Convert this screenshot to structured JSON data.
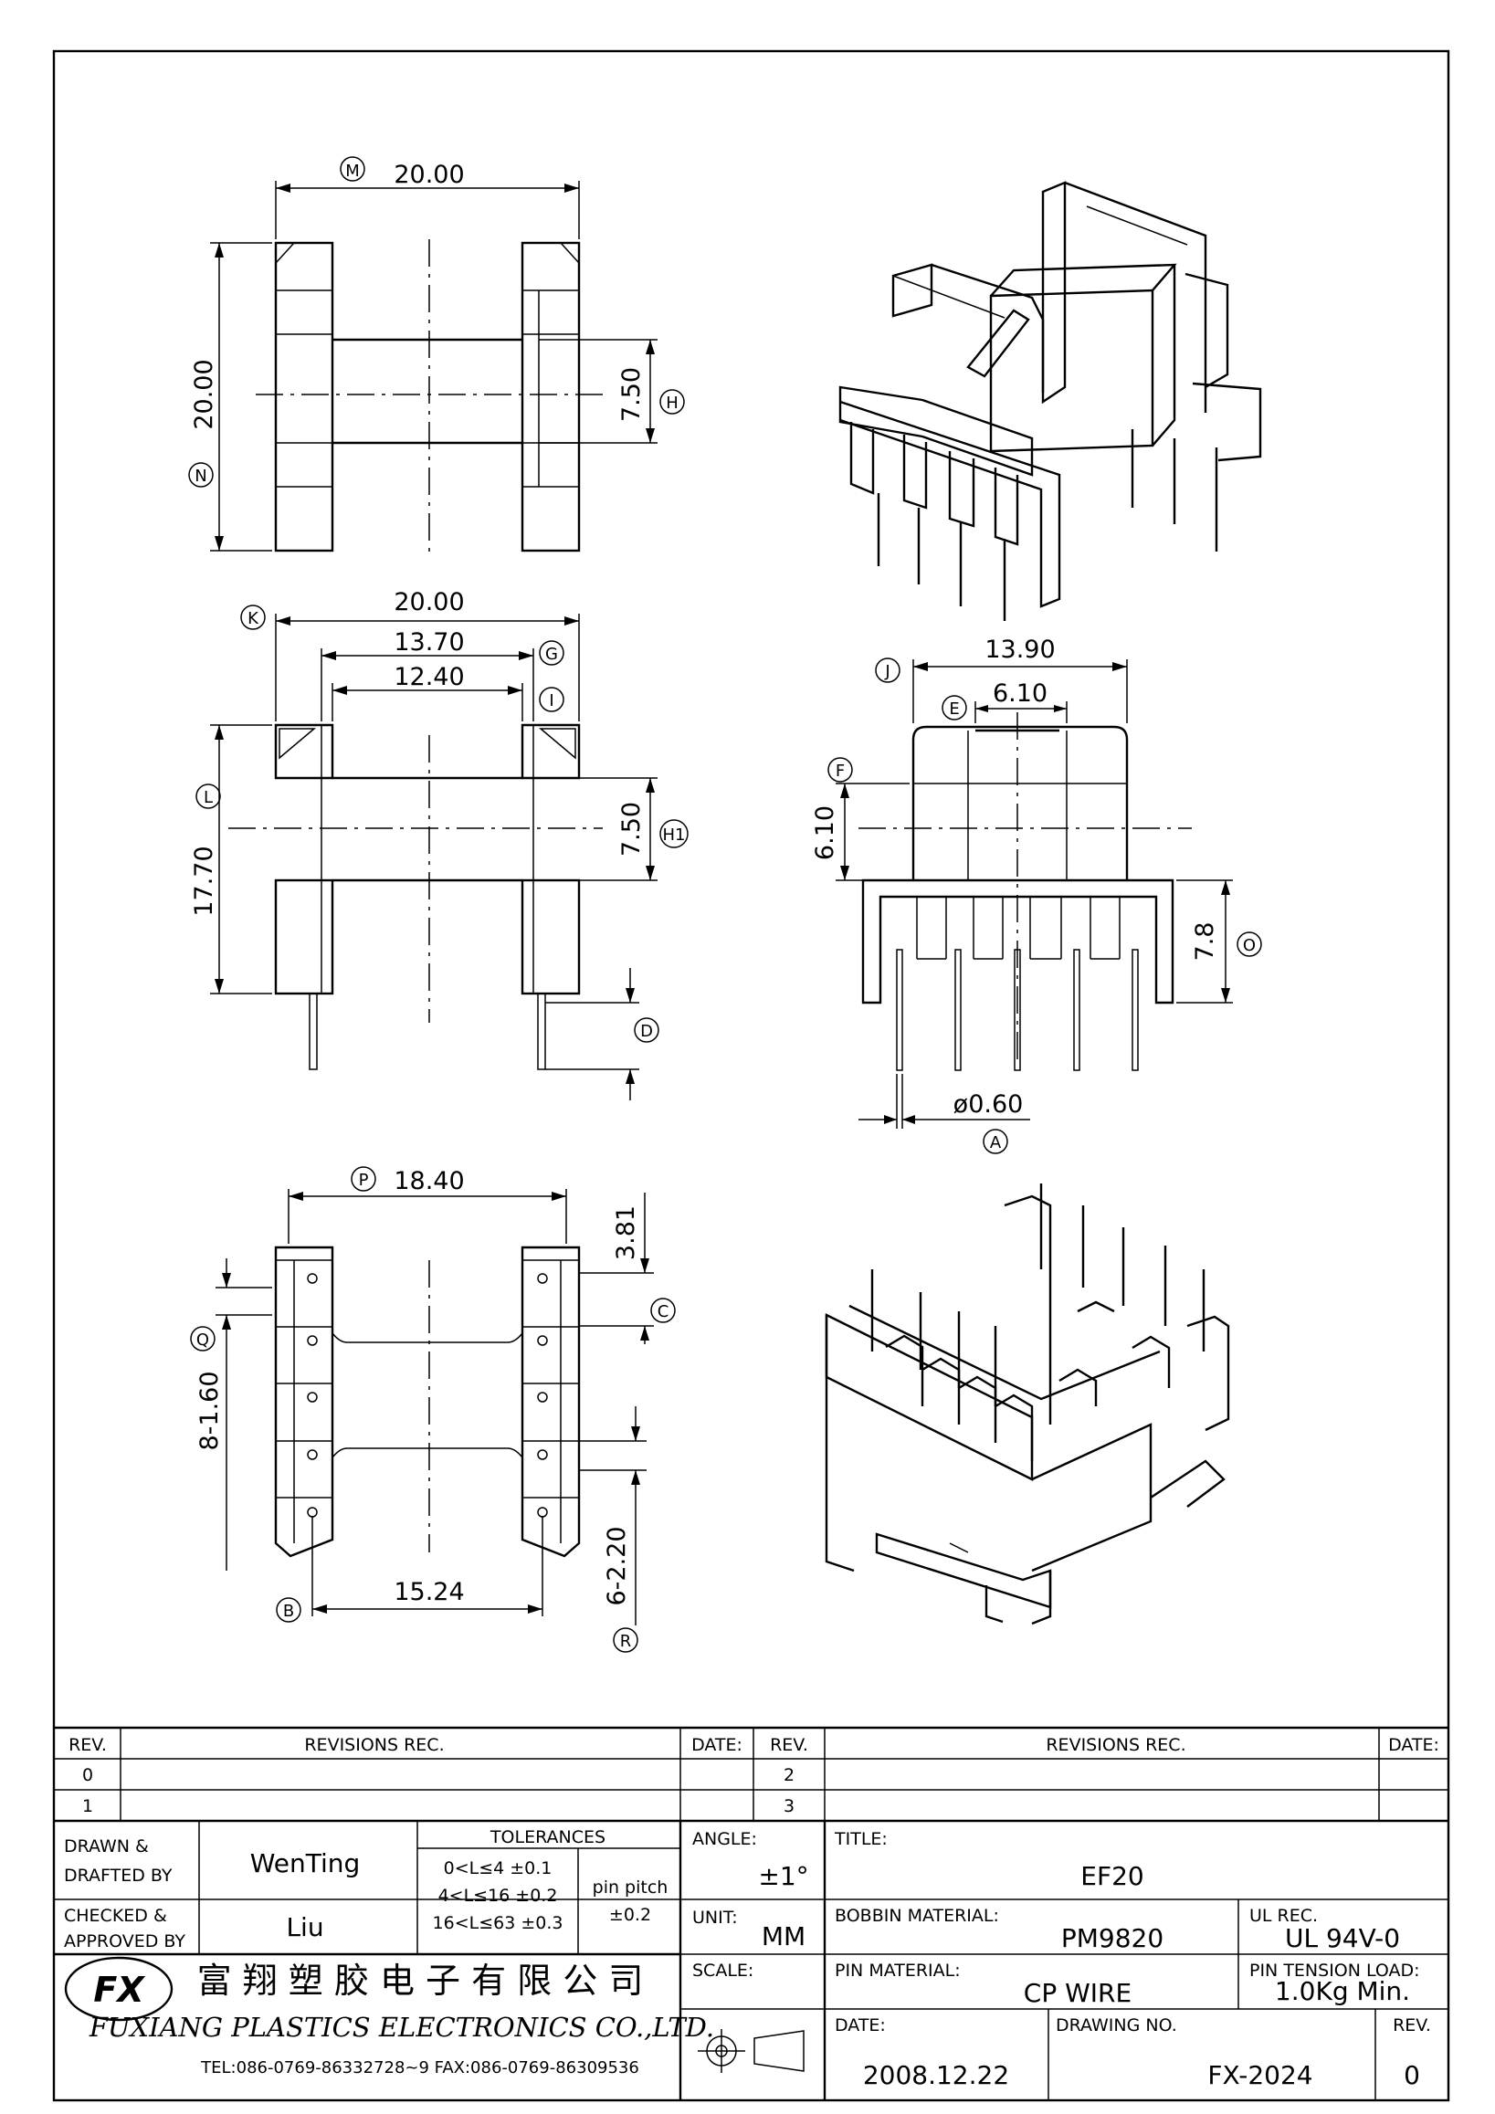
{
  "dimensions": {
    "M": "20.00",
    "N": "20.00",
    "H": "7.50",
    "K": "20.00",
    "G": "13.70",
    "I": "12.40",
    "L": "17.70",
    "H1": "7.50",
    "J": "13.90",
    "E": "6.10",
    "F": "6.10",
    "O": "7.8",
    "A": "ø0.60",
    "P": "18.40",
    "R_top": "3.81",
    "Q": "8-1.60",
    "B": "15.24",
    "R": "6-2.20"
  },
  "balloons": {
    "M": "M",
    "N": "N",
    "H": "H",
    "K": "K",
    "G": "G",
    "I": "I",
    "L": "L",
    "H1": "H1",
    "D": "D",
    "J": "J",
    "E": "E",
    "F": "F",
    "O": "O",
    "A": "A",
    "P": "P",
    "C": "C",
    "Q": "Q",
    "B": "B",
    "R": "R"
  },
  "revisions": {
    "h_rev": "REV.",
    "h_rec": "REVISIONS   REC.",
    "h_date": "DATE:",
    "rows_left": [
      "0",
      "1"
    ],
    "rows_right": [
      "2",
      "3"
    ]
  },
  "title_block": {
    "drawn_label": "DRAWN &\nDRAFTED BY",
    "drawn": "WenTing",
    "checked_label": "CHECKED &\nAPPROVED BY",
    "checked": "Liu",
    "tol_title": "TOLERANCES",
    "tol_rows": [
      "0<L≤4   ±0.1",
      "4<L≤16  ±0.2",
      "16<L≤63  ±0.3"
    ],
    "pin_pitch": "pin pitch",
    "pin_pitch_tol": "±0.2",
    "angle_label": "ANGLE:",
    "angle": "±1°",
    "unit_label": "UNIT:",
    "unit": "MM",
    "scale_label": "SCALE:",
    "title_label": "TITLE:",
    "title": "EF20",
    "bobbin_label": "BOBBIN MATERIAL:",
    "bobbin": "PM9820",
    "ul_label": "UL REC.",
    "ul": "UL 94V-0",
    "pin_label": "PIN MATERIAL:",
    "pin": "CP WIRE",
    "tension_label": "PIN TENSION LOAD:",
    "tension": "1.0Kg Min.",
    "date_label": "DATE:",
    "date": "2008.12.22",
    "drawing_no_label": "DRAWING NO.",
    "drawing_no": "FX-2024",
    "rev_label": "REV.",
    "rev": "0",
    "company_cn": "富 翔 塑 胶 电 子 有 限 公 司",
    "company_en": "FUXIANG PLASTICS ELECTRONICS CO.,LTD.",
    "contact": "TEL:086-0769-86332728~9  FAX:086-0769-86309536",
    "logo": "FX"
  }
}
